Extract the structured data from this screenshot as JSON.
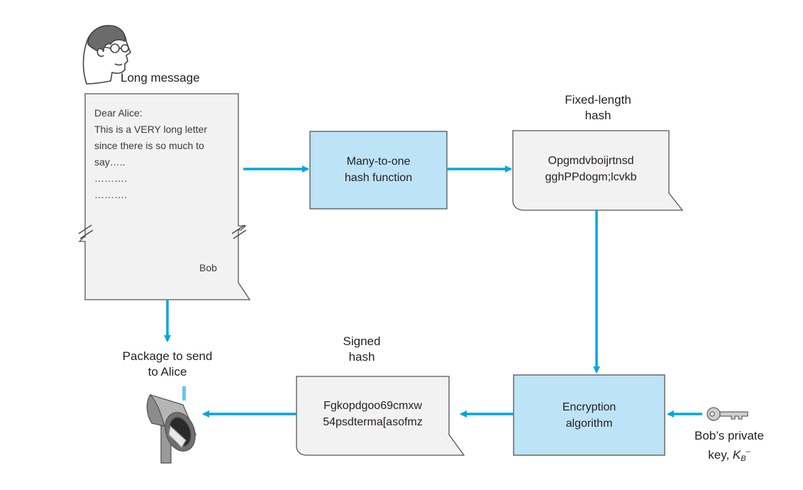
{
  "message": {
    "caption": "Long message",
    "lines": [
      "Dear Alice:",
      "This is a VERY long letter",
      "since there is so much to",
      "say…..",
      "……….",
      "………."
    ],
    "signature": "Bob"
  },
  "hash_function": {
    "line1": "Many-to-one",
    "line2": "hash function"
  },
  "fixed_hash": {
    "caption_line1": "Fixed-length",
    "caption_line2": "hash",
    "line1": "Opgmdvboijrtnsd",
    "line2": "gghPPdogm;lcvkb"
  },
  "encryption": {
    "line1": "Encryption",
    "line2": "algorithm"
  },
  "private_key": {
    "line1": "Bob’s private",
    "line2_prefix": "key, ",
    "symbol": "K",
    "subscript": "B",
    "superscript": "–"
  },
  "signed_hash": {
    "caption_line1": "Signed",
    "caption_line2": "hash",
    "line1": "Fgkopdgoo69cmxw",
    "line2": "54psdterma[asofmz"
  },
  "package": {
    "line1": "Package to send",
    "line2": "to Alice"
  },
  "colors": {
    "arrow": "#00a6e2",
    "process_box": "#bde3f7",
    "document": "#f2f2f2",
    "outline": "#555555"
  }
}
